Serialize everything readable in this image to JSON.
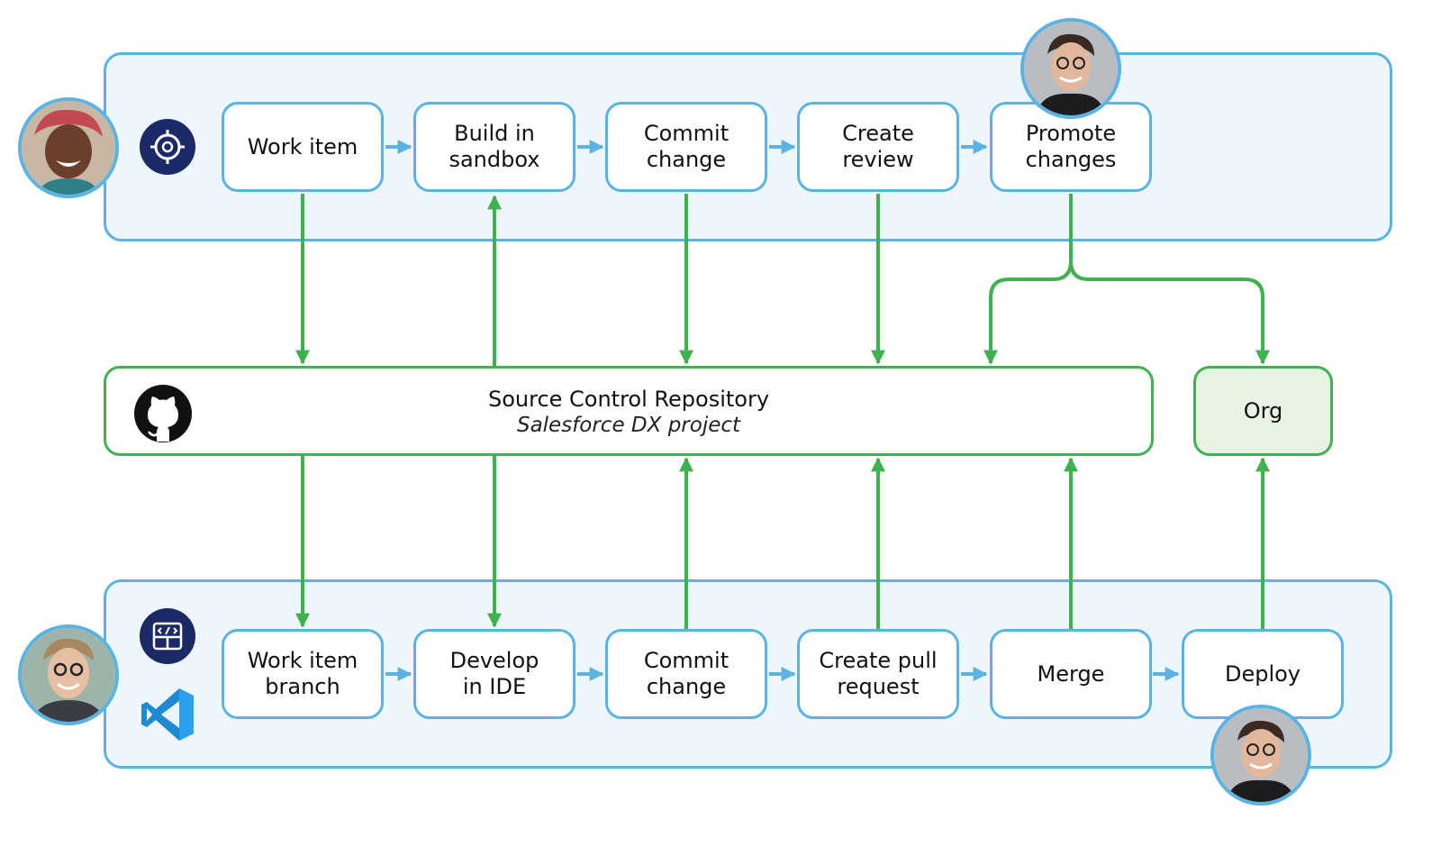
{
  "colors": {
    "lane_border": "#5ab3e3",
    "lane_fill": "#eef6fd",
    "flow_arrow": "#5ab3e3",
    "repo_arrow": "#3fb24f",
    "org_fill": "#e8f3e4",
    "devops_icon_bg": "#1b2a66"
  },
  "top_lane": {
    "icon": "devops-center-target-icon",
    "avatar": "admin-avatar",
    "steps": [
      "Work item",
      "Build in\nsandbox",
      "Commit\nchange",
      "Create\nreview",
      "Promote\nchanges"
    ],
    "release_manager_avatar": "release-manager-avatar"
  },
  "repository": {
    "icon": "github-icon",
    "title": "Source Control Repository",
    "subtitle": "Salesforce DX project"
  },
  "org": {
    "label": "Org"
  },
  "bottom_lane": {
    "icons": [
      "code-builder-icon",
      "vscode-icon"
    ],
    "avatar": "developer-avatar",
    "steps": [
      "Work item\nbranch",
      "Develop\nin IDE",
      "Commit\nchange",
      "Create pull\nrequest",
      "Merge",
      "Deploy"
    ],
    "deployer_avatar": "deployer-avatar"
  }
}
